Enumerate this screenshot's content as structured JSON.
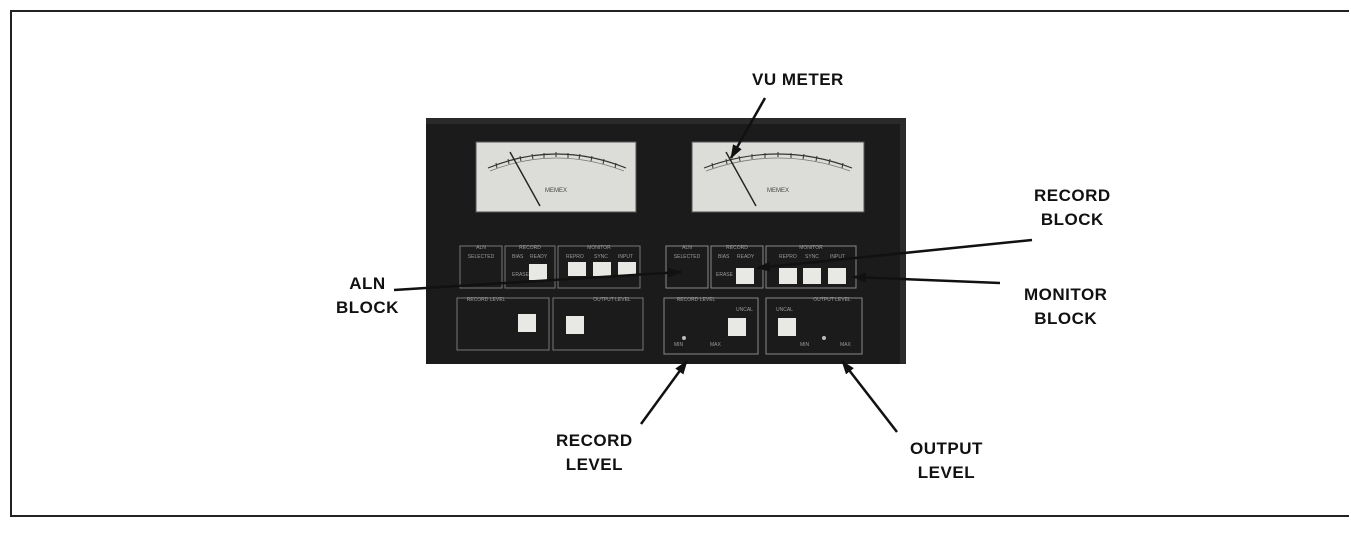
{
  "callouts": {
    "vu_meter": "VU METER",
    "record_block": [
      "RECORD",
      "BLOCK"
    ],
    "aln_block": [
      "ALN",
      "BLOCK"
    ],
    "monitor_block": [
      "MONITOR",
      "BLOCK"
    ],
    "record_level": [
      "RECORD",
      "LEVEL"
    ],
    "output_level": [
      "OUTPUT",
      "LEVEL"
    ]
  },
  "panel": {
    "meter_label": "MEMEX",
    "block_labels": {
      "aln": "ALN",
      "selected": "SELECTED",
      "record": "RECORD",
      "bias": "BIAS",
      "ready": "READY",
      "erase": "ERASE",
      "monitor": "MONITOR",
      "repro": "REPRO",
      "sync": "SYNC",
      "input": "INPUT",
      "record_level": "RECORD LEVEL",
      "output_level": "OUTPUT LEVEL",
      "uncal": "UNCAL",
      "min": "MIN",
      "max": "MAX"
    }
  }
}
